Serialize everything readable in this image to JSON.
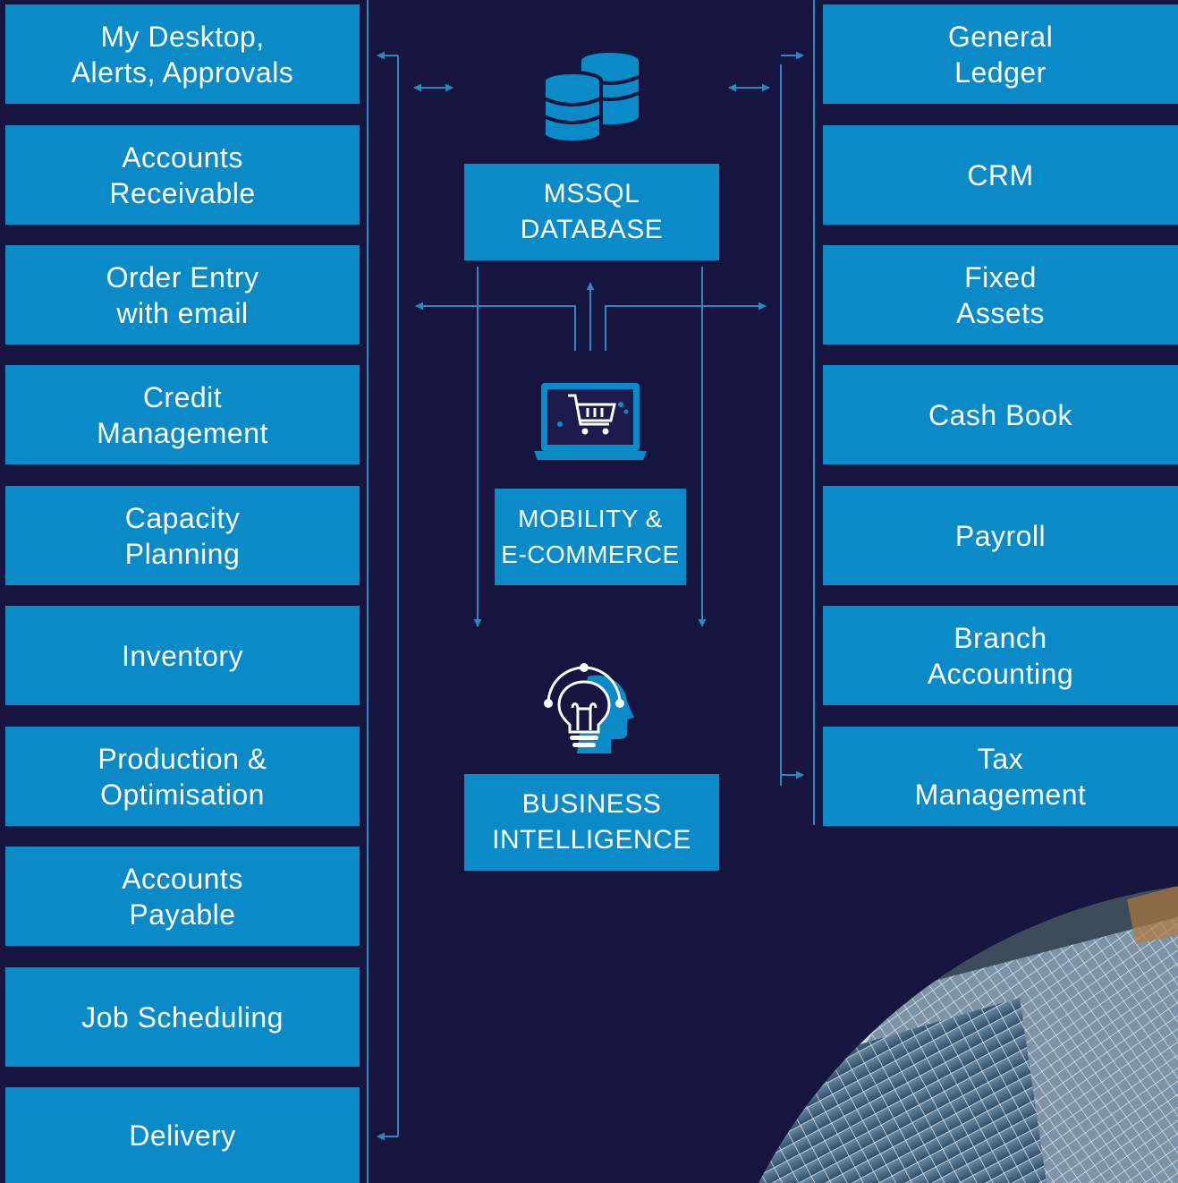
{
  "left_modules": [
    {
      "label": "My Desktop,\nAlerts, Approvals"
    },
    {
      "label": "Accounts\nReceivable"
    },
    {
      "label": "Order Entry\nwith email"
    },
    {
      "label": "Credit\nManagement"
    },
    {
      "label": "Capacity\nPlanning"
    },
    {
      "label": "Inventory"
    },
    {
      "label": "Production &\nOptimisation"
    },
    {
      "label": "Accounts\nPayable"
    },
    {
      "label": "Job Scheduling"
    },
    {
      "label": "Delivery"
    }
  ],
  "right_modules": [
    {
      "label": "General\nLedger"
    },
    {
      "label": "CRM"
    },
    {
      "label": "Fixed\nAssets"
    },
    {
      "label": "Cash Book"
    },
    {
      "label": "Payroll"
    },
    {
      "label": "Branch\nAccounting"
    },
    {
      "label": "Tax\nManagement"
    }
  ],
  "center": {
    "database": {
      "label": "MSSQL\nDATABASE",
      "icon": "database-icon"
    },
    "mobility": {
      "label": "MOBILITY &\nE-COMMERCE",
      "icon": "laptop-cart-icon"
    },
    "bi": {
      "label": "BUSINESS\nINTELLIGENCE",
      "icon": "lightbulb-head-icon"
    }
  },
  "colors": {
    "background": "#151540",
    "box": "#0a8ac6",
    "connector": "#2d86c2"
  }
}
